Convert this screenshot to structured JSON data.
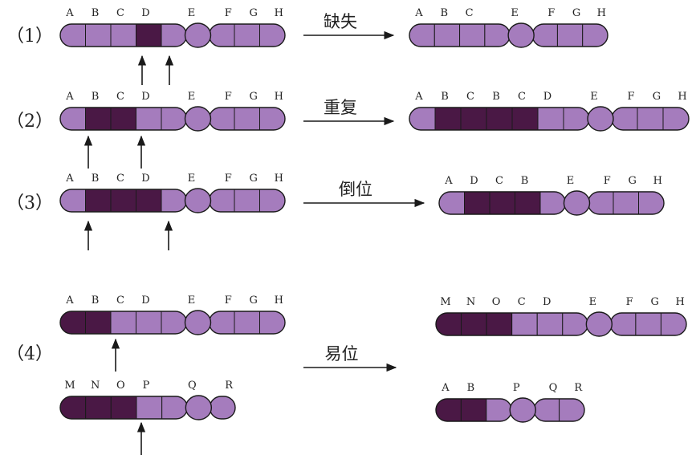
{
  "colors": {
    "light": "#a57cbd",
    "dark": "#4a1845",
    "stroke": "#1a1a1a",
    "text": "#222222"
  },
  "rows": [
    {
      "label": "（1）",
      "arrow_label": "缺失",
      "chromosomes": [
        {
          "genes": [
            "A",
            "B",
            "C",
            "D",
            "E",
            "F",
            "G",
            "H"
          ],
          "dark": [
            "D"
          ]
        },
        {
          "genes": [
            "A",
            "B",
            "C",
            "E",
            "F",
            "G",
            "H"
          ],
          "dark": []
        }
      ]
    },
    {
      "label": "（2）",
      "arrow_label": "重复",
      "chromosomes": [
        {
          "genes": [
            "A",
            "B",
            "C",
            "D",
            "E",
            "F",
            "G",
            "H"
          ],
          "dark": [
            "B",
            "C"
          ]
        },
        {
          "genes": [
            "A",
            "B",
            "C",
            "B",
            "C",
            "D",
            "E",
            "F",
            "G",
            "H"
          ],
          "dark": [
            "B",
            "C"
          ]
        }
      ]
    },
    {
      "label": "（3）",
      "arrow_label": "倒位",
      "chromosomes": [
        {
          "genes": [
            "A",
            "B",
            "C",
            "D",
            "E",
            "F",
            "G",
            "H"
          ],
          "dark": [
            "B",
            "C",
            "D"
          ]
        },
        {
          "genes": [
            "A",
            "D",
            "C",
            "B",
            "E",
            "F",
            "G",
            "H"
          ],
          "dark": [
            "D",
            "C",
            "B"
          ]
        }
      ]
    },
    {
      "label": "（4）",
      "arrow_label": "易位",
      "chromosomes": [
        {
          "genes": [
            "A",
            "B",
            "C",
            "D",
            "E",
            "F",
            "G",
            "H"
          ],
          "dark": [
            "A",
            "B"
          ]
        },
        {
          "genes": [
            "M",
            "N",
            "O",
            "P",
            "Q",
            "R"
          ],
          "dark": [
            "M",
            "N",
            "O"
          ]
        },
        {
          "genes": [
            "M",
            "N",
            "O",
            "C",
            "D",
            "E",
            "F",
            "G",
            "H"
          ],
          "dark": [
            "M",
            "N",
            "O"
          ]
        },
        {
          "genes": [
            "A",
            "B",
            "P",
            "Q",
            "R"
          ],
          "dark": [
            "A",
            "B"
          ]
        }
      ]
    }
  ]
}
